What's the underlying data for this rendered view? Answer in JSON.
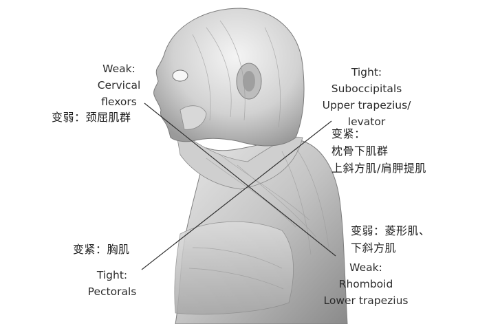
{
  "labels": {
    "weak_cervical": {
      "line1": "Weak:",
      "line2": "Cervical",
      "line3": "flexors",
      "cn": "变弱：颈屈肌群"
    },
    "tight_upper": {
      "line1": "Tight:",
      "line2": "Suboccipitals",
      "line3": "Upper trapezius/",
      "line4": "levator",
      "cn1": "变紧：",
      "cn2": "枕骨下肌群",
      "cn3": "上斜方肌/肩胛提肌"
    },
    "weak_rhomboid": {
      "cn1": "变弱：菱形肌、",
      "cn2": "下斜方肌",
      "line1": "Weak:",
      "line2": "Rhomboid",
      "line3": "Lower trapezius"
    },
    "tight_pectorals": {
      "cn": "变紧：胸肌",
      "line1": "Tight:",
      "line2": "Pectorals"
    }
  },
  "colors": {
    "skin_light": "#f2f2f2",
    "skin_mid": "#c9c9c9",
    "skin_dark": "#8e8e8e",
    "line": "#333333"
  }
}
